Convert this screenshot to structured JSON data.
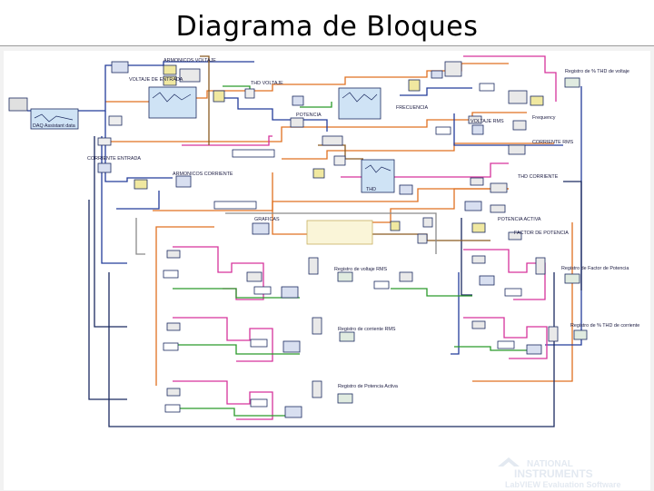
{
  "title": "Diagrama de Bloques",
  "labels": {
    "armonicos_voltaje": "ARMONICOS VOLTAJE",
    "voltaje_entrada": "VOLTAJE DE ENTRADA",
    "thd_voltaje": "THD VOLTAJE",
    "daq_assistant": "DAQ Assistant data",
    "corriente_entrada": "CORRIENTE ENTRADA",
    "armonicos_corriente": "ARMONICOS CORRIENTE",
    "potencia": "POTENCIA",
    "frecuencia": "FRECUENCIA",
    "voltaje_rms": "VOLTAJE RMS",
    "corriente_rms": "CORRIENTE RMS",
    "thd_corriente": "THD CORRIENTE",
    "potencia_activa": "POTENCIA ACTIVA",
    "factor_potencia": "FACTOR DE POTENCIA",
    "graficas": "GRAFICAS",
    "reg_thd_voltaje": "Registro de % THD de voltaje",
    "reg_voltaje_rms": "Registro de voltaje RMS",
    "reg_factor_potencia": "Registro de Factor de Potencia",
    "reg_corriente_rms": "Registro de corriente RMS",
    "reg_thd_corriente": "Registro de % THD de corriente",
    "reg_potencia_activa": "Registro de Potencia Activa",
    "frequency": "Frequency",
    "thd": "THD"
  },
  "watermark": {
    "line1": "NATIONAL",
    "line2": "INSTRUMENTS",
    "line3": "LabVIEW Evaluation Software"
  }
}
